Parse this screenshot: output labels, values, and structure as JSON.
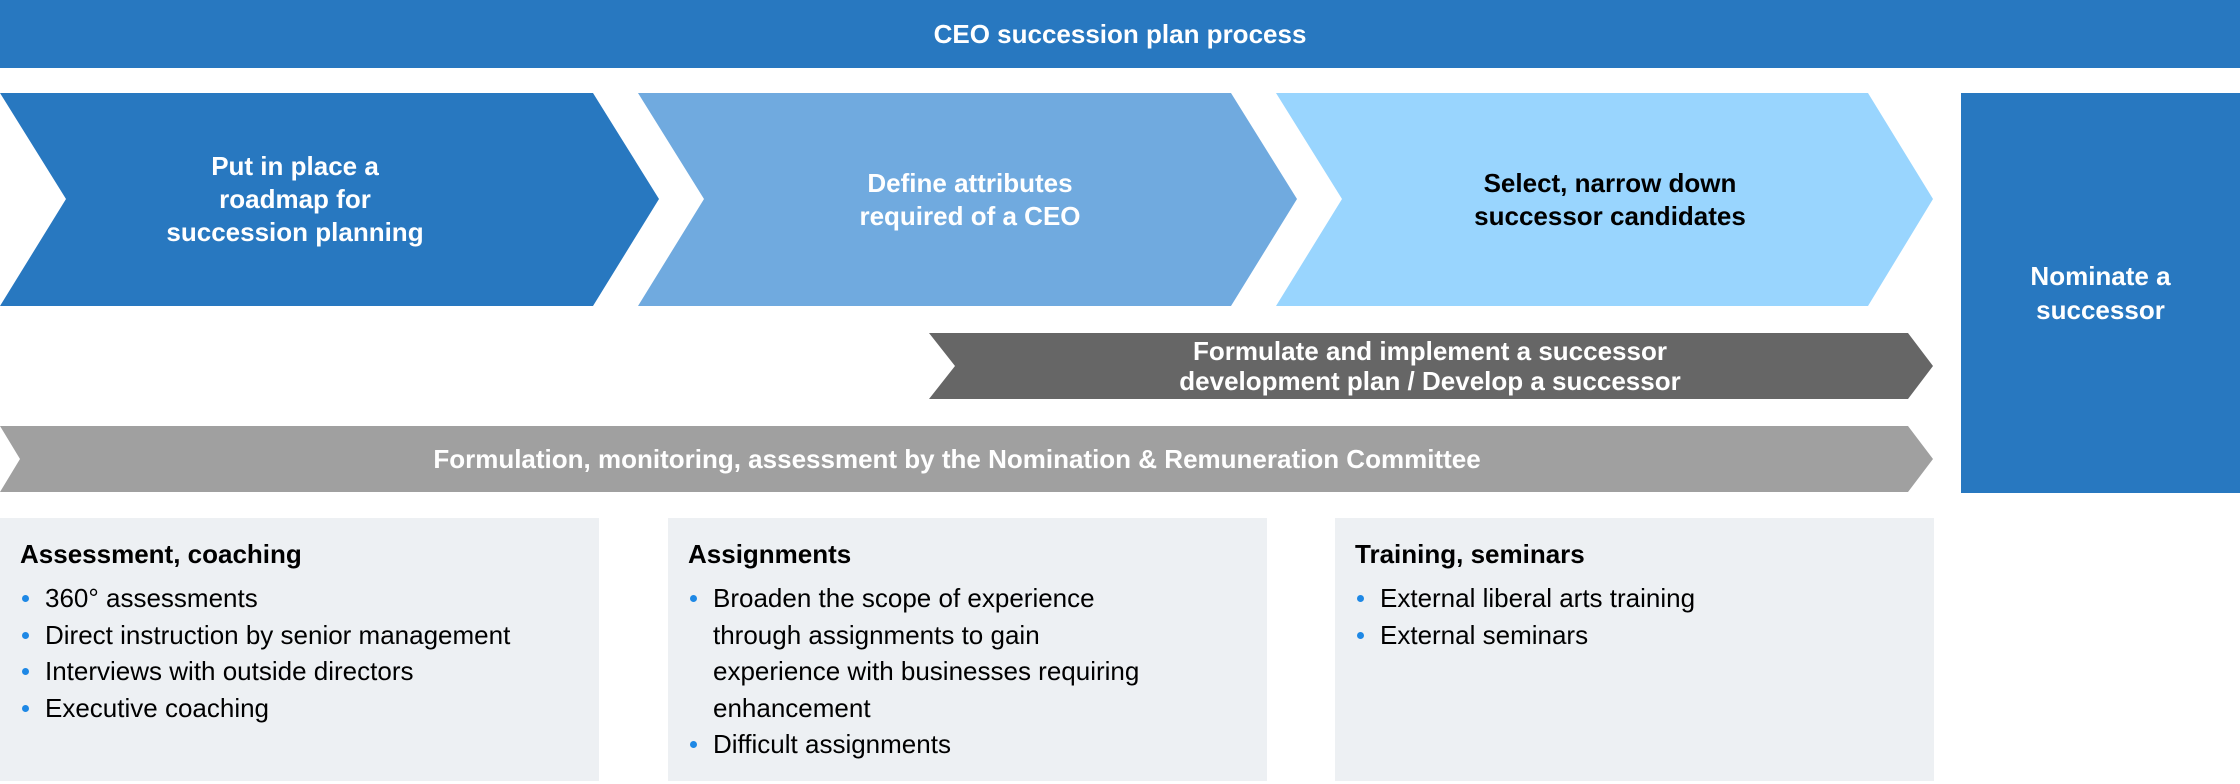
{
  "header": {
    "title": "CEO succession plan process"
  },
  "colors": {
    "primary_blue": "#2878C0",
    "mid_blue": "#70AADF",
    "light_blue": "#99D5FE",
    "dark_grey": "#666666",
    "light_grey": "#A0A0A0",
    "box_bg": "#EDF0F3",
    "bullet_blue": "#1E88E5"
  },
  "steps": [
    {
      "label": "Put in place a roadmap for succession planning",
      "lines": [
        "Put in place a",
        "roadmap for",
        "succession planning"
      ]
    },
    {
      "label": "Define attributes required of a CEO",
      "lines": [
        "Define attributes",
        "required of a CEO"
      ]
    },
    {
      "label": "Select, narrow down successor candidates",
      "lines": [
        "Select, narrow down",
        "successor candidates"
      ]
    }
  ],
  "development_arrow": {
    "lines": [
      "Formulate and implement a successor",
      "development plan / Develop a successor"
    ]
  },
  "committee_bar": {
    "label": "Formulation, monitoring, assessment by the Nomination & Remuneration Committee"
  },
  "final_step": {
    "lines": [
      "Nominate a",
      "successor"
    ]
  },
  "boxes": [
    {
      "title": "Assessment, coaching",
      "items": [
        "360° assessments",
        "Direct instruction by senior management",
        "Interviews with outside directors",
        "Executive coaching"
      ]
    },
    {
      "title": "Assignments",
      "items": [
        "Broaden the scope of experience through assignments to gain experience with businesses requiring enhancement",
        "Difficult assignments"
      ]
    },
    {
      "title": "Training, seminars",
      "items": [
        "External liberal arts training",
        "External seminars"
      ]
    }
  ]
}
